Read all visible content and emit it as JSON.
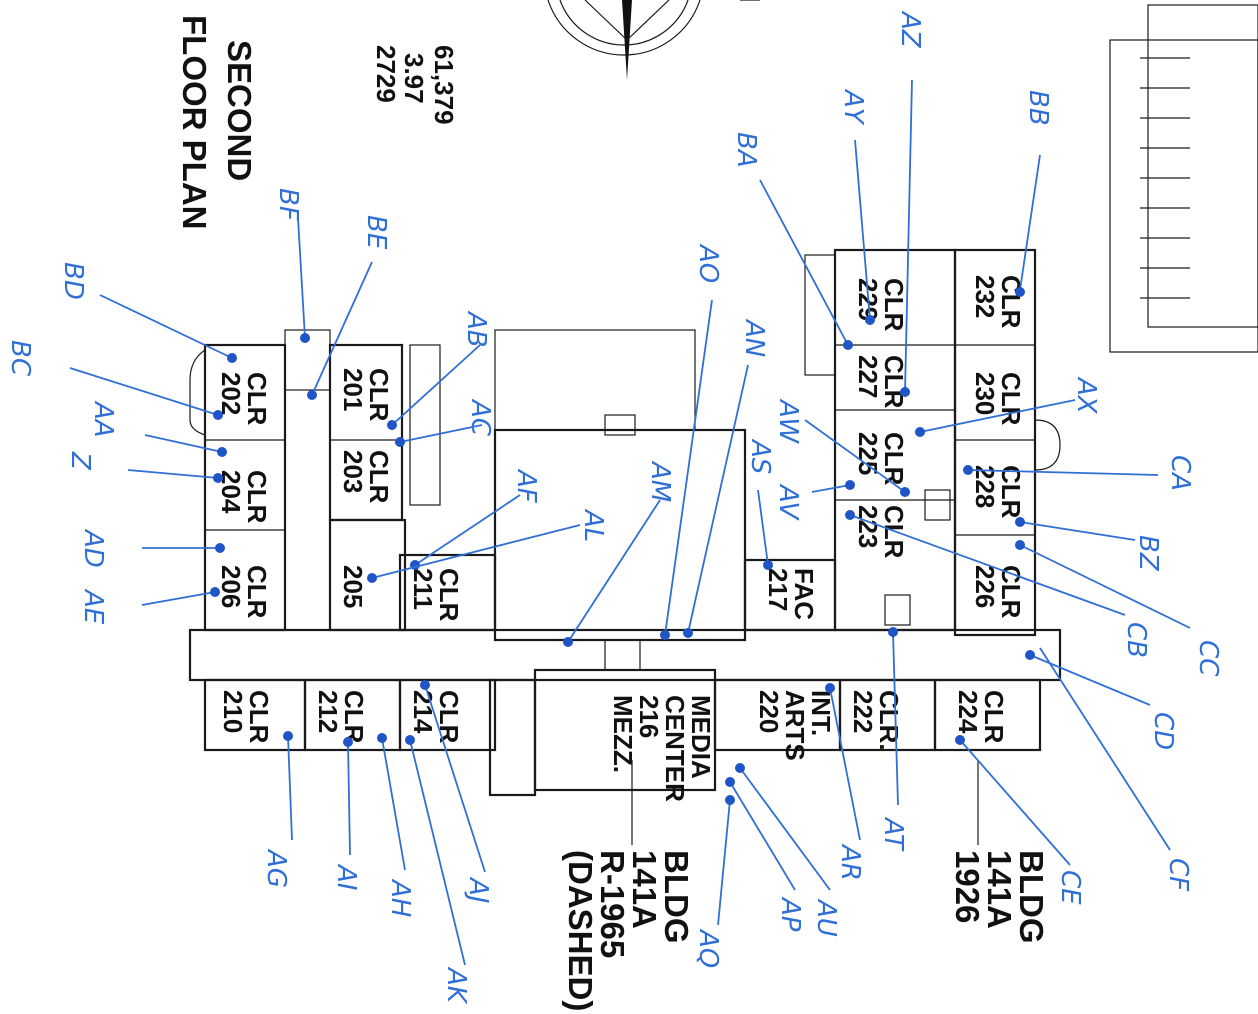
{
  "plan": {
    "title_line1": "SECOND",
    "title_line2": "FLOOR PLAN",
    "stat1": "61,379",
    "stat2": "3.97",
    "stat3": "2729",
    "bldg_1926": [
      "BLDG",
      "141A",
      "1926"
    ],
    "bldg_1965": [
      "BLDG",
      "141A",
      "R-1965",
      "(DASHED)"
    ]
  },
  "rooms": {
    "r202": [
      "CLR",
      "202"
    ],
    "r204": [
      "CLR",
      "204"
    ],
    "r206": [
      "CLR",
      "206"
    ],
    "r201": [
      "CLR",
      "201"
    ],
    "r203": [
      "CLR",
      "203"
    ],
    "r205": [
      "205"
    ],
    "r211": [
      "CLR",
      "211"
    ],
    "r210": [
      "CLR",
      "210"
    ],
    "r212": [
      "CLR",
      "212"
    ],
    "r214": [
      "CLR",
      "214"
    ],
    "r216": [
      "MEDIA",
      "CENTER",
      "MEZZ.",
      "216"
    ],
    "r220": [
      "INT.",
      "ARTS",
      "220"
    ],
    "r222": [
      "CLR.",
      "222"
    ],
    "r224": [
      "CLR",
      "224"
    ],
    "r217": [
      "FAC",
      "217"
    ],
    "r229": [
      "CLR",
      "229"
    ],
    "r227": [
      "CLR",
      "227"
    ],
    "r225": [
      "CLR",
      "225"
    ],
    "r223": [
      "CLR",
      "223"
    ],
    "r232": [
      "CLR",
      "232"
    ],
    "r230": [
      "CLR",
      "230"
    ],
    "r228": [
      "CLR",
      "228"
    ],
    "r226": [
      "CLR",
      "226"
    ]
  },
  "markers": [
    "BB",
    "AZ",
    "AY",
    "BA",
    "AO",
    "AN",
    "AW",
    "AV",
    "AS",
    "AM",
    "AF",
    "AL",
    "AX",
    "CA",
    "BZ",
    "CC",
    "CB",
    "CD",
    "CF",
    "CE",
    "AT",
    "AR",
    "AU",
    "AP",
    "AQ",
    "AK",
    "AJ",
    "AH",
    "AI",
    "AG",
    "AE",
    "AD",
    "Z",
    "AA",
    "BC",
    "BD",
    "BF",
    "BE",
    "AB",
    "AC"
  ],
  "colors": {
    "annotation": "#2f6fd6",
    "ink": "#1a1a1a"
  }
}
